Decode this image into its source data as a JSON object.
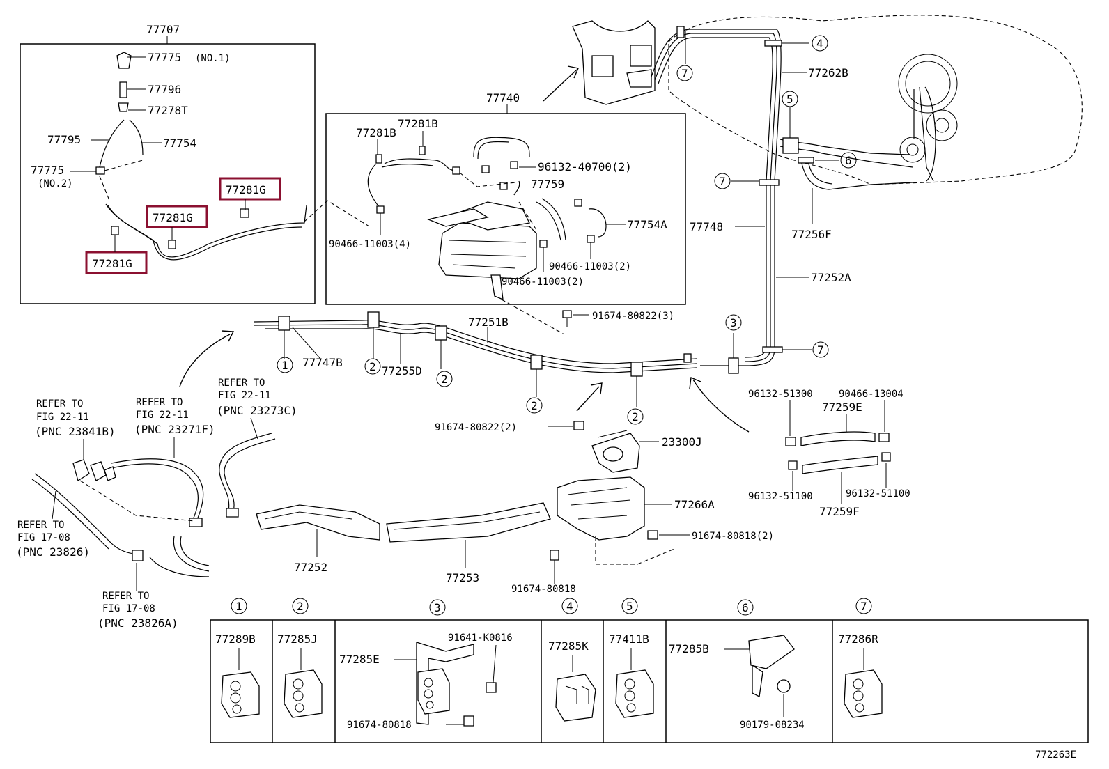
{
  "diagram_code": "772263E",
  "inset_left": {
    "group": "77707",
    "labels": [
      {
        "id": "77775",
        "text": "77775",
        "note": "(NO.1)"
      },
      {
        "id": "77796",
        "text": "77796"
      },
      {
        "id": "77278T",
        "text": "77278T"
      },
      {
        "id": "77795",
        "text": "77795"
      },
      {
        "id": "77754",
        "text": "77754"
      },
      {
        "id": "77775b",
        "text": "77775",
        "note": "(NO.2)"
      }
    ],
    "highlighted": [
      "77281G",
      "77281G",
      "77281G"
    ]
  },
  "inset_mid": {
    "group": "77740",
    "labels": [
      "77281B",
      "77281B",
      "96132-40700(2)",
      "77759",
      "77754A",
      "90466-11003(4)",
      "90466-11003(2)",
      "90466-11003(2)"
    ]
  },
  "main_labels": [
    "77262B",
    "77748",
    "77256F",
    "77252A",
    "77251B",
    "77747B",
    "77255D",
    "91674-80822(3)",
    "91674-80822(2)",
    "23300J",
    "77266A",
    "91674-80818(2)",
    "91674-80818",
    "77252",
    "77253"
  ],
  "kits": {
    "e_labels": [
      "96132-51300",
      "90466-13004",
      "77259E",
      "96132-51100",
      "96132-51100",
      "77259F"
    ]
  },
  "refer_notes": [
    {
      "l1": "REFER TO",
      "l2": "FIG 22-11",
      "l3": "(PNC 23841B)"
    },
    {
      "l1": "REFER TO",
      "l2": "FIG 22-11",
      "l3": "(PNC 23271F)"
    },
    {
      "l1": "REFER TO",
      "l2": "FIG 22-11",
      "l3": "(PNC 23273C)"
    },
    {
      "l1": "REFER TO",
      "l2": "FIG 17-08",
      "l3": "(PNC 23826)"
    },
    {
      "l1": "REFER TO",
      "l2": "FIG 17-08",
      "l3": "(PNC 23826A)"
    }
  ],
  "callouts": [
    "1",
    "2",
    "3",
    "4",
    "5",
    "6",
    "7"
  ],
  "legend": [
    {
      "num": "1",
      "part": "77289B"
    },
    {
      "num": "2",
      "part": "77285J"
    },
    {
      "num": "3",
      "part": "77285E",
      "sub1": "91641-K0816",
      "sub2": "91674-80818"
    },
    {
      "num": "4",
      "part": "77285K"
    },
    {
      "num": "5",
      "part": "77411B"
    },
    {
      "num": "6",
      "part": "77285B",
      "sub1": "90179-08234"
    },
    {
      "num": "7",
      "part": "77286R"
    }
  ]
}
